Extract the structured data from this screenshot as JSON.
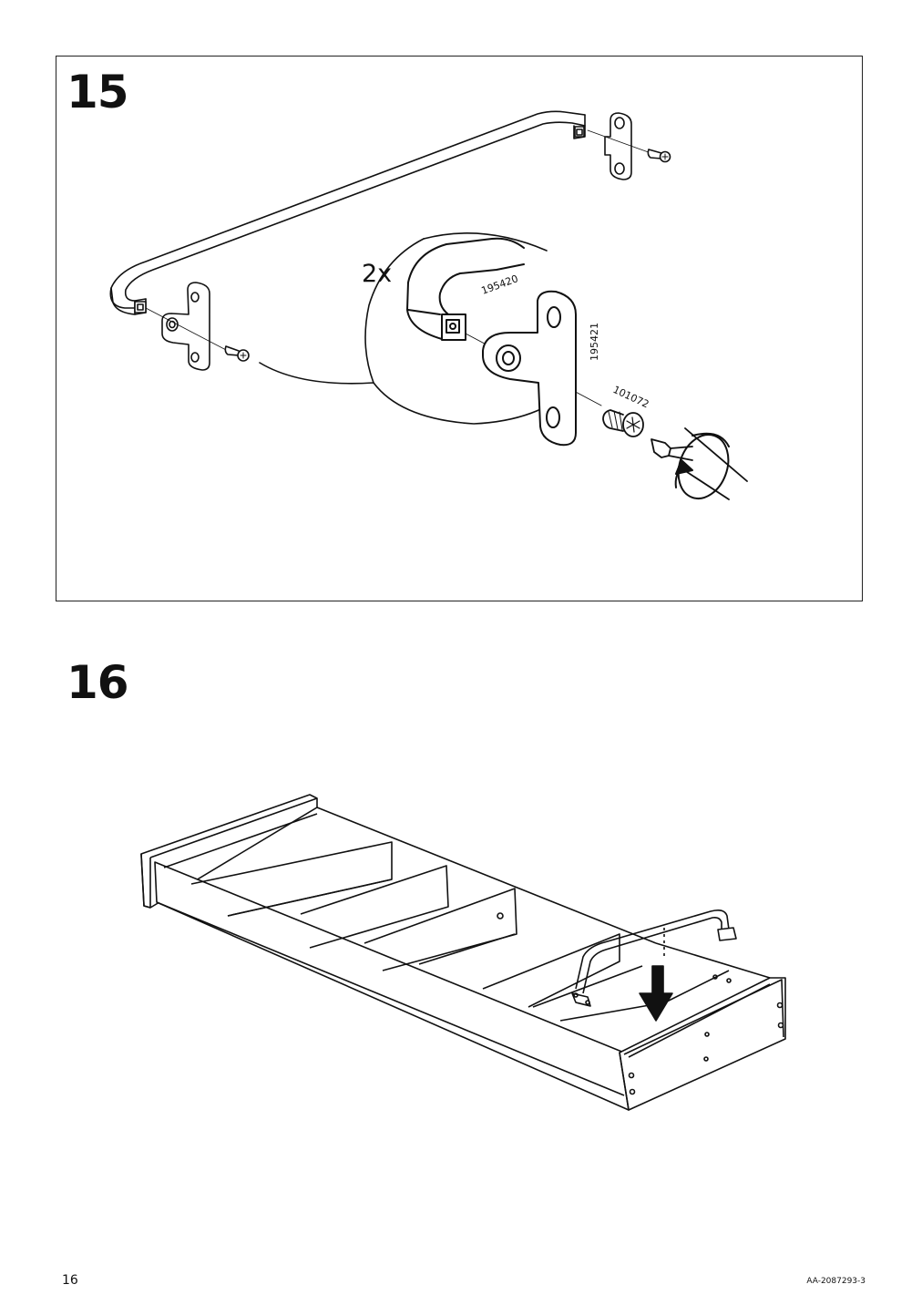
{
  "steps": [
    {
      "number": "15",
      "quantity": "2x",
      "parts": [
        "195420",
        "195421",
        "101072"
      ]
    },
    {
      "number": "16"
    }
  ],
  "footer": {
    "page_number": "16",
    "doc_code": "AA-2087293-3"
  }
}
